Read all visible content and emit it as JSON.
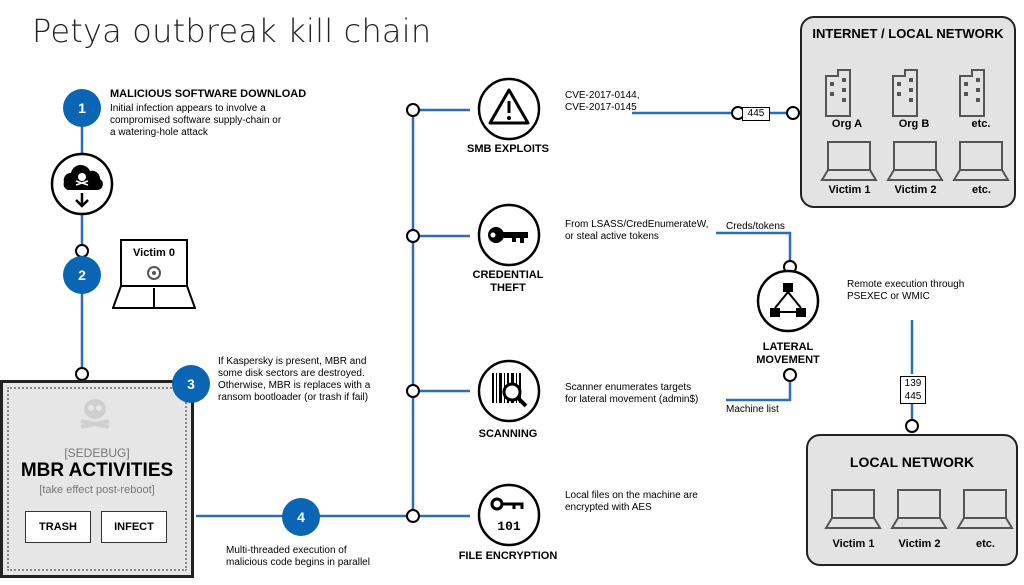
{
  "title": "Petya outbreak kill chain",
  "steps": {
    "s1": "1",
    "s2": "2",
    "s3": "3",
    "s4": "4"
  },
  "download": {
    "heading": "MALICIOUS SOFTWARE DOWNLOAD",
    "text": "Initial infection appears to involve a\ncompromised software supply-chain or\na watering-hole attack"
  },
  "victim0": "Victim 0",
  "mbr": {
    "sedebug": "[SEDEBUG]",
    "title": "MBR ACTIVITIES",
    "subtitle": "[take effect post-reboot]",
    "trash": "TRASH",
    "infect": "INFECT",
    "note": "If Kaspersky is present, MBR and\nsome disk sectors are destroyed.\nOtherwise, MBR is replaces with a\nransom bootloader (or trash if fail)"
  },
  "parallel_text": "Multi-threaded execution of\nmalicious code begins in parallel",
  "smb": {
    "label": "SMB EXPLOITS",
    "cves": "CVE-2017-0144,\nCVE-2017-0145",
    "port": "445"
  },
  "cred": {
    "label": "CREDENTIAL\nTHEFT",
    "text": "From LSASS/CredEnumerateW,\nor steal active tokens",
    "tokens": "Creds/tokens"
  },
  "scan": {
    "label": "SCANNING",
    "text": "Scanner enumerates targets\nfor lateral movement (admin$)",
    "machines": "Machine list"
  },
  "enc": {
    "label": "FILE\nENCRYPTION",
    "text": "Local files on the machine are\nencrypted with AES"
  },
  "lateral": {
    "label": "LATERAL\nMOVEMENT",
    "remote": "Remote execution through\nPSEXEC or WMIC",
    "ports": "139\n445"
  },
  "internet": {
    "title": "INTERNET / LOCAL NETWORK",
    "orgs": [
      "Org A",
      "Org B",
      "etc."
    ],
    "victims": [
      "Victim 1",
      "Victim 2",
      "etc."
    ]
  },
  "local": {
    "title": "LOCAL NETWORK",
    "victims": [
      "Victim 1",
      "Victim 2",
      "etc."
    ]
  },
  "colors": {
    "blue": "#0a65b4",
    "line": "#2a6fb4",
    "box": "#e3e3e3"
  }
}
